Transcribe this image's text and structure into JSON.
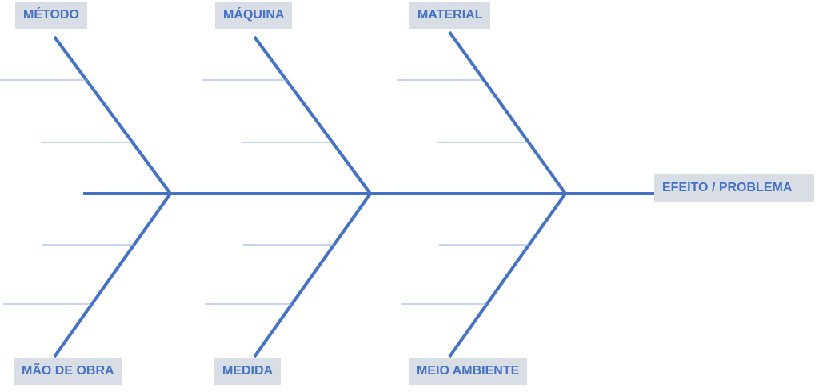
{
  "colors": {
    "line": "#4472c4",
    "rib": "#8faadc",
    "label_bg": "#d9dde6",
    "label_text": "#4472c4"
  },
  "effect": {
    "label": "EFEITO / PROBLEMA"
  },
  "categories": {
    "top": [
      "MÉTODO",
      "MÁQUINA",
      "MATERIAL"
    ],
    "bottom": [
      "MÃO DE OBRA",
      "MEDIDA",
      "MEIO AMBIENTE"
    ]
  }
}
